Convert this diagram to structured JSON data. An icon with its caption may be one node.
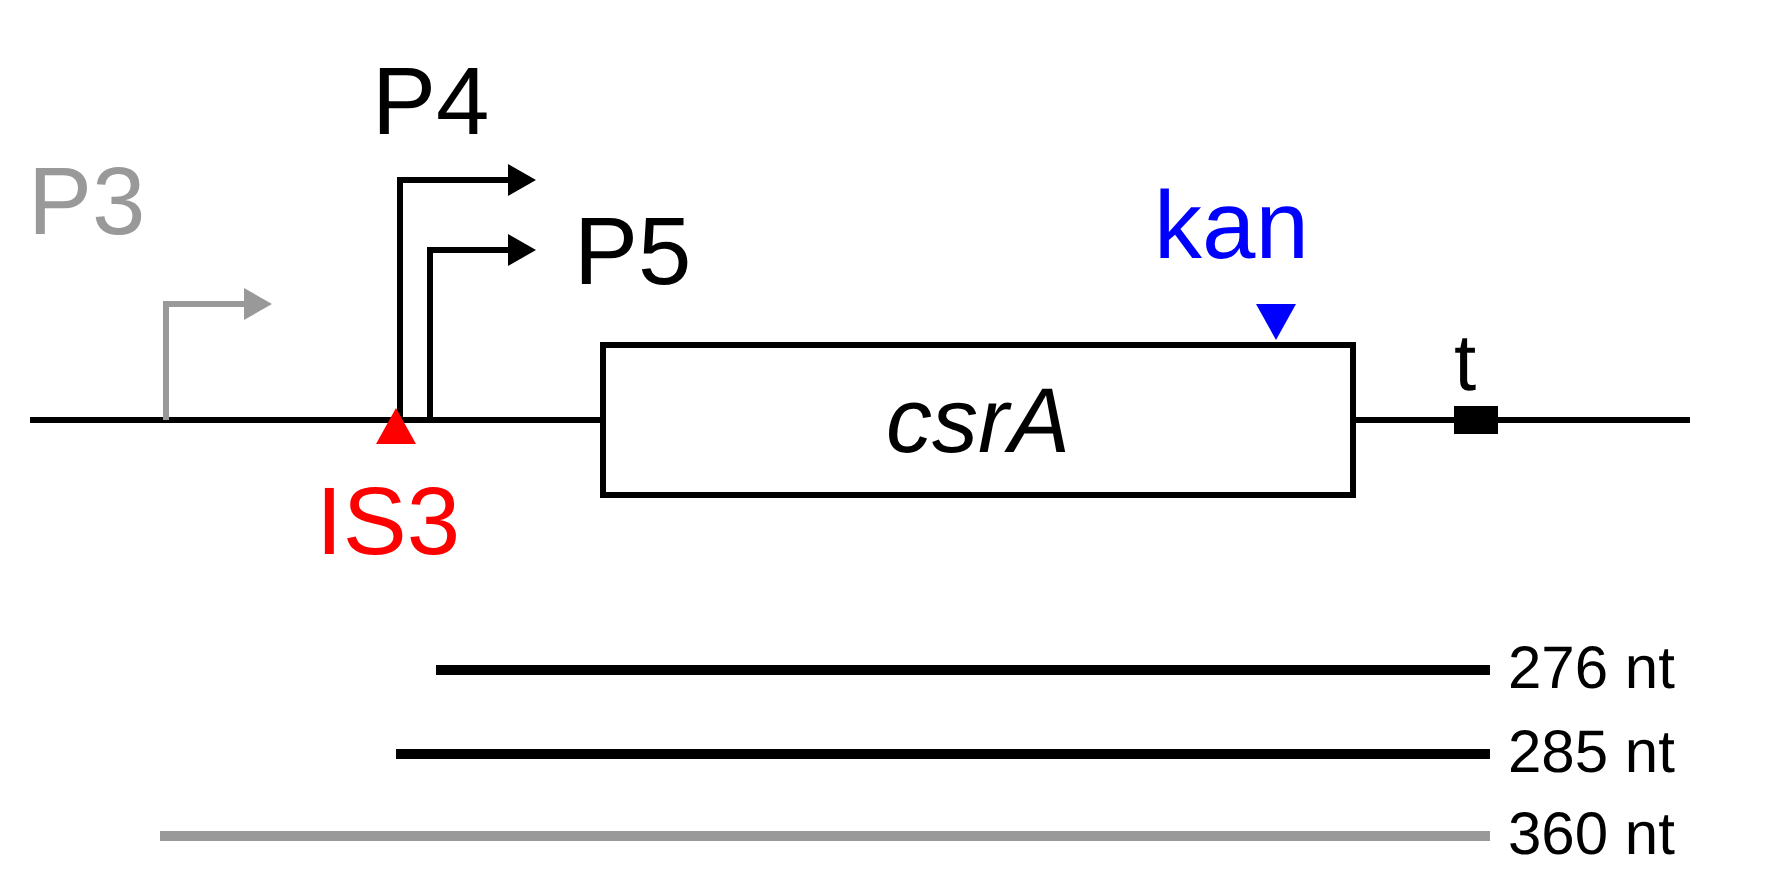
{
  "diagram": {
    "nodes": [
      {
        "text": [
          "csrA"
        ]
      }
    ],
    "labels": [
      "P4",
      "P3",
      "P5",
      "kan",
      "t",
      "IS3",
      "276 nt",
      "285 nt",
      "360 nt"
    ]
  }
}
